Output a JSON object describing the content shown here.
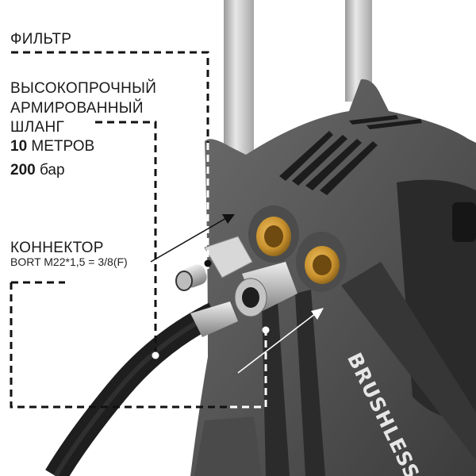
{
  "labels": {
    "filter": "ФИЛЬТР",
    "hose_line1": "ВЫСОКОПРОЧНЫЙ",
    "hose_line2": "АРМИРОВАННЫЙ",
    "hose_line3": "ШЛАНГ",
    "hose_length_value": "10",
    "hose_length_unit": "МЕТРОВ",
    "pressure_value": "200",
    "pressure_unit": "бар",
    "connector": "КОННЕКТОР",
    "connector_spec": "BORT M22*1,5 = 3/8(F)"
  },
  "product": {
    "brand_text": "BRUSHLESS"
  },
  "colors": {
    "body": "#5a5a5a",
    "body_dark": "#3a3a3a",
    "brass": "#c8912e",
    "steel": "#c9c9c9",
    "hose": "#1e1e1e",
    "leader": "#111111"
  }
}
